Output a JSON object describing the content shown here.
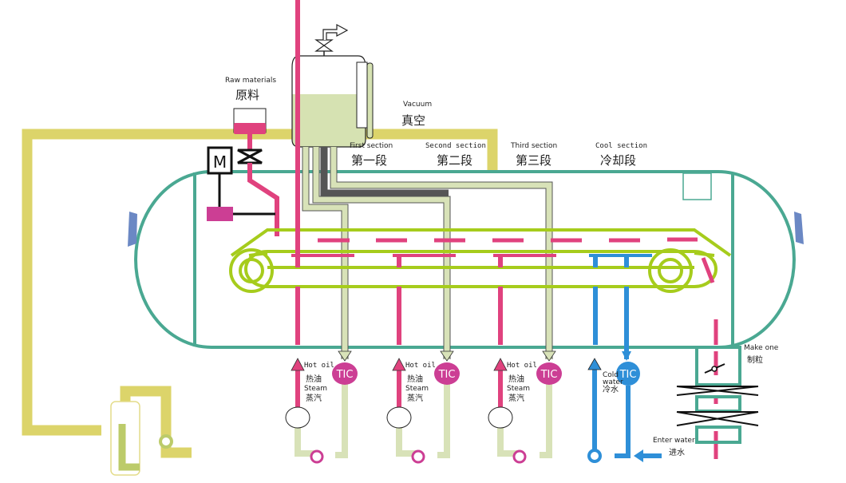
{
  "diagram": {
    "title": "Vacuum belt dryer process flow",
    "colors": {
      "vessel": "#4aa892",
      "return_pipe": "#dcd46a",
      "belt": "#a6cc1c",
      "feed": "#e0427e",
      "hot_oil": "#e0427e",
      "tic_magenta": "#cc3e94",
      "cold_water": "#2e8fd8",
      "condensate": "#d8e2b8"
    },
    "labels": {
      "raw_materials_en": "Raw materials",
      "raw_materials_zh": "原料",
      "vacuum_en": "Vacuum",
      "vacuum_zh": "真空",
      "motor": "M",
      "make_one_en": "Make one",
      "make_one_zh": "制粒",
      "enter_water_en": "Enter water",
      "enter_water_zh": "进水"
    },
    "sections": [
      {
        "en": "First section",
        "zh": "第一段"
      },
      {
        "en": "Second section",
        "zh": "第二段"
      },
      {
        "en": "Third section",
        "zh": "第三段"
      },
      {
        "en": "Cool section",
        "zh": "冷却段"
      }
    ],
    "heating_zones": [
      {
        "medium_en": "Hot oil",
        "medium_zh": "热油",
        "alt_en": "Steam",
        "alt_zh": "蒸汽",
        "controller": "TIC"
      },
      {
        "medium_en": "Hot oil",
        "medium_zh": "热油",
        "alt_en": "Steam",
        "alt_zh": "蒸汽",
        "controller": "TIC"
      },
      {
        "medium_en": "Hot oil",
        "medium_zh": "热油",
        "alt_en": "Steam",
        "alt_zh": "蒸汽",
        "controller": "TIC"
      }
    ],
    "cooling_zone": {
      "line1": "Cold",
      "line2": "water",
      "zh": "冷水",
      "controller": "TIC"
    }
  }
}
